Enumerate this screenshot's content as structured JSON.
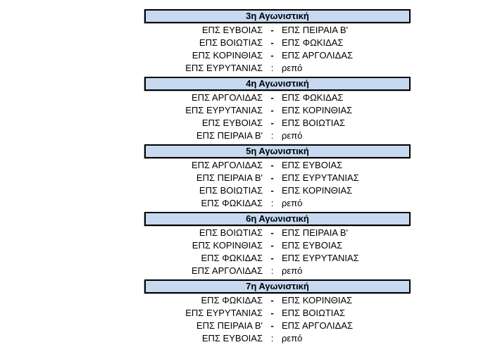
{
  "styles": {
    "header_fill": "#c6d9f1",
    "header_border": "#000000",
    "text_color": "#000000",
    "background": "#ffffff"
  },
  "sections": [
    {
      "title": "3η Αγωνιστική",
      "rows": [
        {
          "home": "ΕΠΣ ΕΥΒΟΙΑΣ",
          "sep": "-",
          "away": "ΕΠΣ ΠΕΙΡΑΙΑ Β'"
        },
        {
          "home": "ΕΠΣ ΒΟΙΩΤΙΑΣ",
          "sep": "-",
          "away": "ΕΠΣ ΦΩΚΙΔΑΣ"
        },
        {
          "home": "ΕΠΣ ΚΟΡΙΝΘΙΑΣ",
          "sep": "-",
          "away": "ΕΠΣ ΑΡΓΟΛΙΔΑΣ"
        },
        {
          "home": "ΕΠΣ ΕΥΡΥΤΑΝΙΑΣ",
          "sep": ":",
          "away": "ρεπό"
        }
      ]
    },
    {
      "title": "4η Αγωνιστική",
      "rows": [
        {
          "home": "ΕΠΣ ΑΡΓΟΛΙΔΑΣ",
          "sep": "-",
          "away": "ΕΠΣ ΦΩΚΙΔΑΣ"
        },
        {
          "home": "ΕΠΣ ΕΥΡΥΤΑΝΙΑΣ",
          "sep": "-",
          "away": "ΕΠΣ ΚΟΡΙΝΘΙΑΣ"
        },
        {
          "home": "ΕΠΣ ΕΥΒΟΙΑΣ",
          "sep": "-",
          "away": "ΕΠΣ ΒΟΙΩΤΙΑΣ"
        },
        {
          "home": "ΕΠΣ ΠΕΙΡΑΙΑ Β'",
          "sep": ":",
          "away": "ρεπό"
        }
      ]
    },
    {
      "title": "5η Αγωνιστική",
      "rows": [
        {
          "home": "ΕΠΣ ΑΡΓΟΛΙΔΑΣ",
          "sep": "-",
          "away": "ΕΠΣ ΕΥΒΟΙΑΣ"
        },
        {
          "home": "ΕΠΣ ΠΕΙΡΑΙΑ Β'",
          "sep": "-",
          "away": "ΕΠΣ ΕΥΡΥΤΑΝΙΑΣ"
        },
        {
          "home": "ΕΠΣ ΒΟΙΩΤΙΑΣ",
          "sep": "-",
          "away": "ΕΠΣ ΚΟΡΙΝΘΙΑΣ"
        },
        {
          "home": "ΕΠΣ ΦΩΚΙΔΑΣ",
          "sep": ":",
          "away": "ρεπό"
        }
      ]
    },
    {
      "title": "6η Αγωνιστική",
      "rows": [
        {
          "home": "ΕΠΣ ΒΟΙΩΤΙΑΣ",
          "sep": "-",
          "away": "ΕΠΣ ΠΕΙΡΑΙΑ Β'"
        },
        {
          "home": "ΕΠΣ ΚΟΡΙΝΘΙΑΣ",
          "sep": "-",
          "away": "ΕΠΣ ΕΥΒΟΙΑΣ"
        },
        {
          "home": "ΕΠΣ ΦΩΚΙΔΑΣ",
          "sep": "-",
          "away": "ΕΠΣ ΕΥΡΥΤΑΝΙΑΣ"
        },
        {
          "home": "ΕΠΣ ΑΡΓΟΛΙΔΑΣ",
          "sep": ":",
          "away": "ρεπό"
        }
      ]
    },
    {
      "title": "7η Αγωνιστική",
      "rows": [
        {
          "home": "ΕΠΣ ΦΩΚΙΔΑΣ",
          "sep": "-",
          "away": "ΕΠΣ ΚΟΡΙΝΘΙΑΣ"
        },
        {
          "home": "ΕΠΣ ΕΥΡΥΤΑΝΙΑΣ",
          "sep": "-",
          "away": "ΕΠΣ ΒΟΙΩΤΙΑΣ"
        },
        {
          "home": "ΕΠΣ ΠΕΙΡΑΙΑ Β'",
          "sep": "-",
          "away": "ΕΠΣ ΑΡΓΟΛΙΔΑΣ"
        },
        {
          "home": "ΕΠΣ ΕΥΒΟΙΑΣ",
          "sep": ":",
          "away": "ρεπό"
        }
      ]
    }
  ]
}
